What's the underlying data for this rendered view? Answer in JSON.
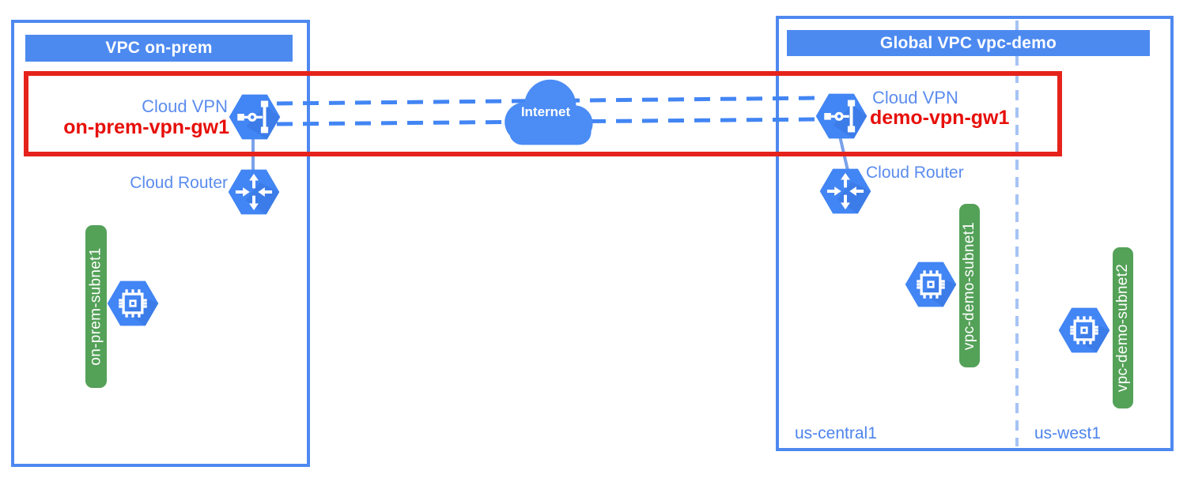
{
  "colors": {
    "blue-border": "#4e89f0",
    "banner-blue": "#4d8af0",
    "icon-blue": "#4285f4",
    "icon-shadow": "#2f66c9",
    "tunnel-blue": "#4285f4",
    "divider-blue": "#a6c3f5",
    "connector-blue": "#7ba1ea",
    "cloud-blue": "#4b8cf5",
    "label-blue": "#5b8cee",
    "region-blue": "#4d84ed",
    "subnet-green": "#54a158",
    "highlight-red": "#e5231c",
    "red-text": "#e70f0a"
  },
  "left_vpc": {
    "title": "VPC on-prem",
    "vpn_label": "Cloud VPN",
    "vpn_gateway": "on-prem-vpn-gw1",
    "router_label": "Cloud Router",
    "subnet_name": "on-prem-subnet1"
  },
  "internet": {
    "label": "Internet"
  },
  "right_vpc": {
    "title": "Global VPC vpc-demo",
    "vpn_label": "Cloud VPN",
    "vpn_gateway": "demo-vpn-gw1",
    "router_label": "Cloud Router",
    "subnets": [
      {
        "name": "vpc-demo-subnet1",
        "region": "us-central1"
      },
      {
        "name": "vpc-demo-subnet2",
        "region": "us-west1"
      }
    ]
  },
  "icons": {
    "vpn": "vpn-gateway-icon",
    "router": "cloud-router-icon",
    "vm": "compute-instance-icon",
    "internet": "internet-cloud-icon"
  }
}
